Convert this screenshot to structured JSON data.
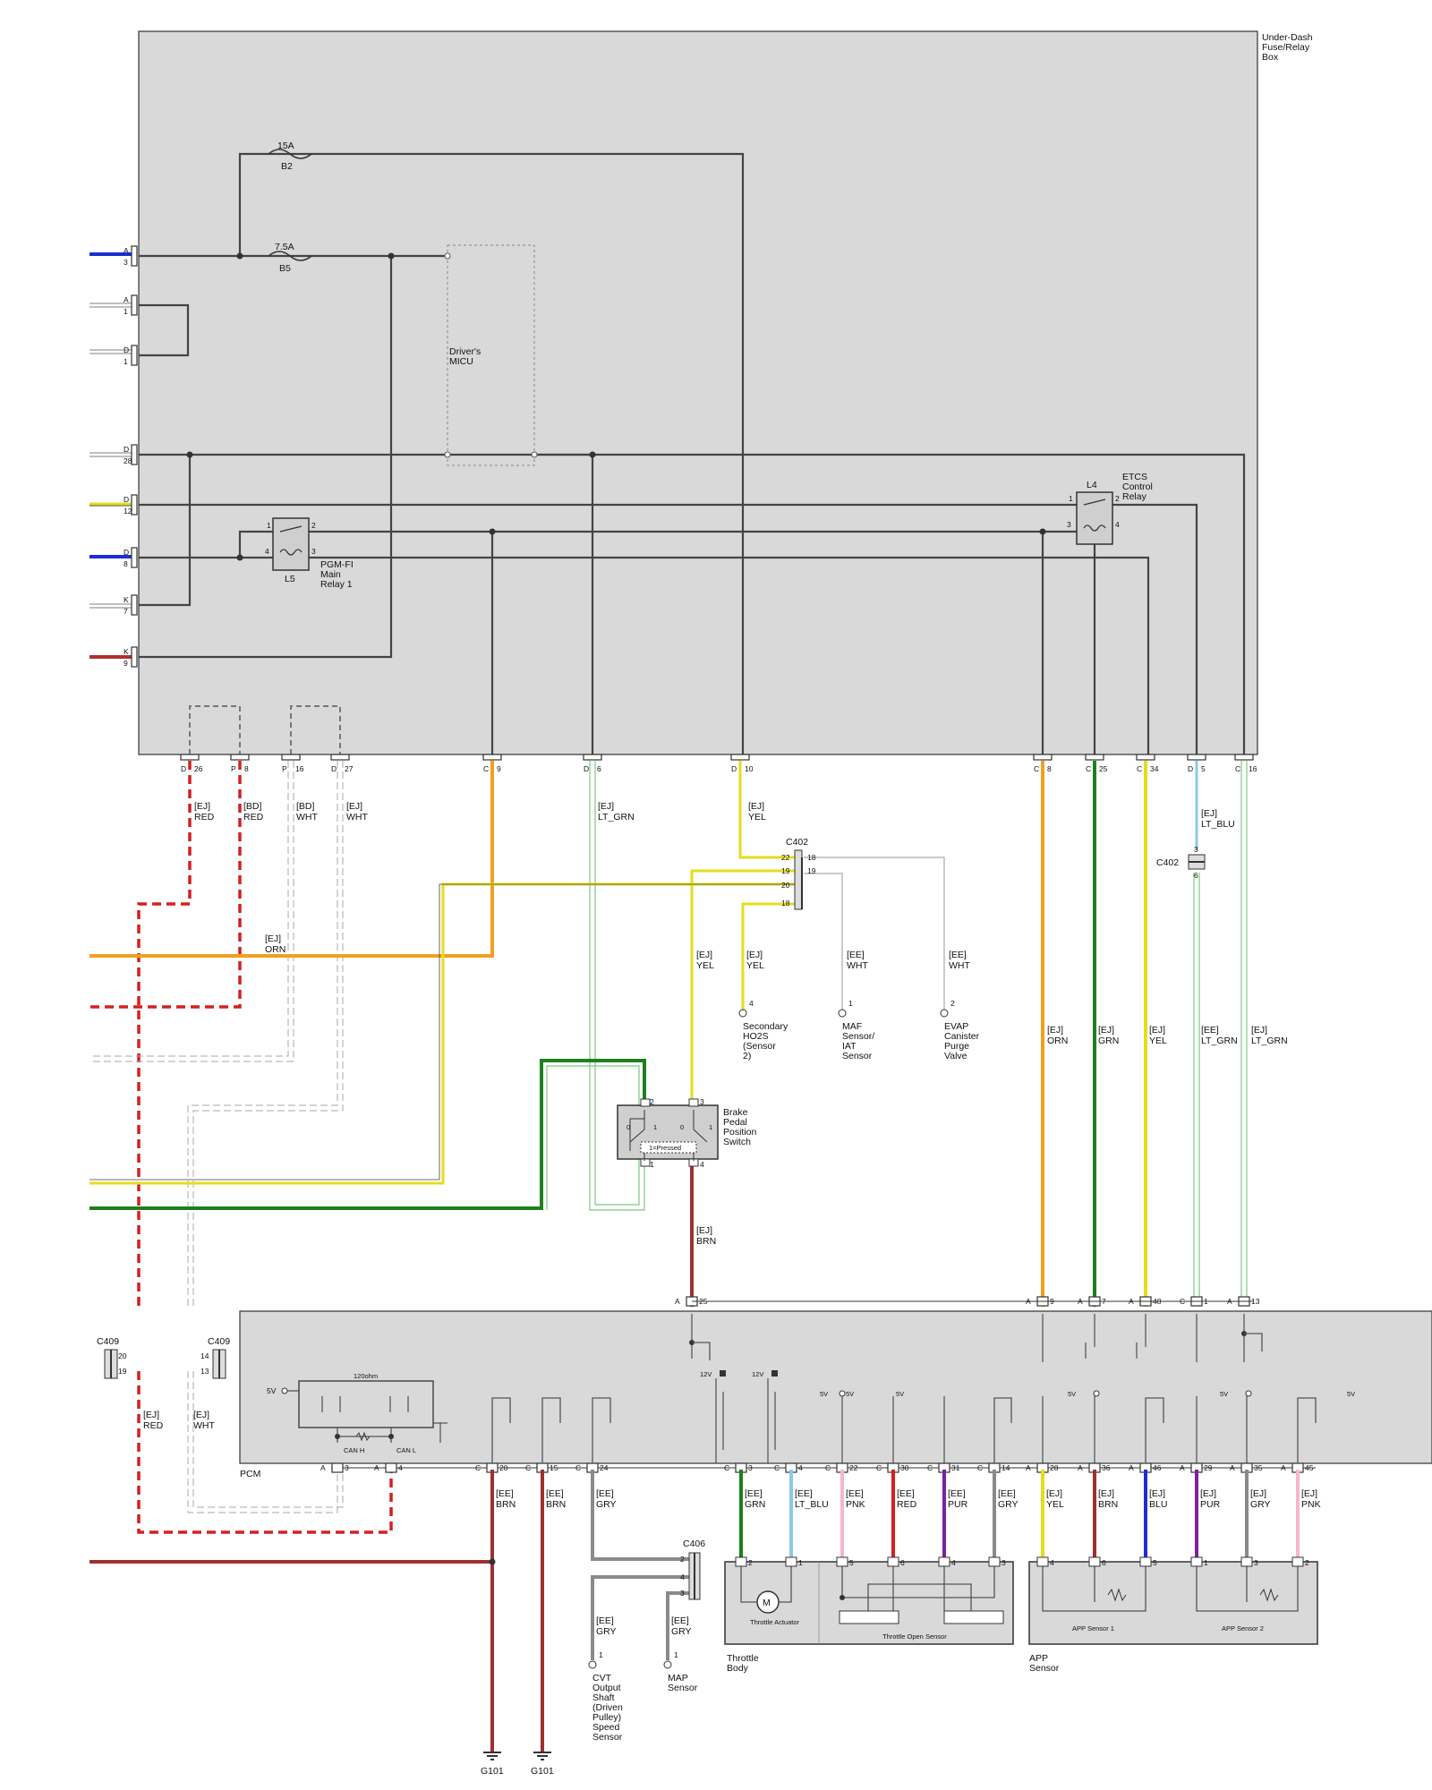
{
  "fuse_box_label": "Under-Dash Fuse/Relay Box",
  "fuses": [
    {
      "rating": "15A",
      "id": "B2"
    },
    {
      "rating": "7.5A",
      "id": "B5"
    }
  ],
  "micu_label": "Driver's MICU",
  "relays": [
    {
      "id": "L5",
      "name": "PGM-FI Main Relay 1"
    },
    {
      "id": "L4",
      "name": "ETCS Control Relay"
    }
  ],
  "relay_pins": [
    "1",
    "2",
    "3",
    "4"
  ],
  "left_connectors": [
    {
      "letter": "A",
      "pin": "3"
    },
    {
      "letter": "A",
      "pin": "1"
    },
    {
      "letter": "D",
      "pin": "1"
    },
    {
      "letter": "D",
      "pin": "28"
    },
    {
      "letter": "D",
      "pin": "12"
    },
    {
      "letter": "D",
      "pin": "8"
    },
    {
      "letter": "K",
      "pin": "7"
    },
    {
      "letter": "K",
      "pin": "9"
    }
  ],
  "bottom_connectors": [
    {
      "letter": "D",
      "pin": "26"
    },
    {
      "letter": "P",
      "pin": "8"
    },
    {
      "letter": "P",
      "pin": "16"
    },
    {
      "letter": "D",
      "pin": "27"
    },
    {
      "letter": "C",
      "pin": "9"
    },
    {
      "letter": "D",
      "pin": "6"
    },
    {
      "letter": "D",
      "pin": "10"
    },
    {
      "letter": "C",
      "pin": "8"
    },
    {
      "letter": "C",
      "pin": "25"
    },
    {
      "letter": "C",
      "pin": "34"
    },
    {
      "letter": "D",
      "pin": "5"
    },
    {
      "letter": "C",
      "pin": "16"
    }
  ],
  "wire_labels": {
    "d26": [
      "[EJ]",
      "RED"
    ],
    "p8": [
      "[BD]",
      "RED"
    ],
    "p16": [
      "[BD]",
      "WHT"
    ],
    "d27": [
      "[EJ]",
      "WHT"
    ],
    "d6": [
      "[EJ]",
      "LT_GRN"
    ],
    "d10": [
      "[EJ]",
      "YEL"
    ],
    "orn_mid": [
      "[EJ]",
      "ORN"
    ],
    "c402_yel_down": [
      "[EJ]",
      "YEL"
    ],
    "c402_yel_ho2s": [
      "[EJ]",
      "YEL"
    ],
    "maf_wht": [
      "[EE]",
      "WHT"
    ],
    "evap_wht": [
      "[EE]",
      "WHT"
    ],
    "c8": [
      "[EJ]",
      "ORN"
    ],
    "c25": [
      "[EJ]",
      "GRN"
    ],
    "c34": [
      "[EJ]",
      "YEL"
    ],
    "d5_top": [
      "[EJ]",
      "LT_BLU"
    ],
    "d5_bottom": [
      "[EE]",
      "LT_GRN"
    ],
    "c16": [
      "[EJ]",
      "LT_GRN"
    ],
    "brn_switch": [
      "[EJ]",
      "BRN"
    ],
    "c409_red": [
      "[EJ]",
      "RED"
    ],
    "c409_wht": [
      "[EJ]",
      "WHT"
    ]
  },
  "c402": {
    "label": "C402",
    "pins_left": [
      "22",
      "19",
      "20",
      "18"
    ],
    "pins_right": [
      "18",
      "19"
    ]
  },
  "c402_small": {
    "label": "C402",
    "pins": [
      "3",
      "6"
    ]
  },
  "c409_left": {
    "label": "C409",
    "pins": [
      "20",
      "19"
    ]
  },
  "c409_right": {
    "label": "C409",
    "pins": [
      "14",
      "13"
    ]
  },
  "c406": {
    "label": "C406",
    "pins": [
      "2",
      "4",
      "3"
    ]
  },
  "sensors": [
    {
      "name": "Secondary HO2S (Sensor 2)",
      "pin": "4"
    },
    {
      "name": "MAF Sensor/ IAT Sensor",
      "pin": "1"
    },
    {
      "name": "EVAP Canister Purge Valve",
      "pin": "2"
    },
    {
      "name": "CVT Output Shaft (Driven Pulley) Speed Sensor",
      "pin": "1"
    },
    {
      "name": "MAP Sensor",
      "pin": "1"
    }
  ],
  "brake_switch": {
    "name": "Brake Pedal Position Switch",
    "note": "1=Pressed",
    "pins": [
      "2",
      "3",
      "1",
      "4"
    ],
    "contacts": [
      "0",
      "1",
      "0",
      "1"
    ]
  },
  "pcm": {
    "label": "PCM",
    "resistor": "120ohm",
    "can_h": "CAN H",
    "can_l": "CAN L",
    "top_pins": [
      {
        "letter": "A",
        "pin": "25"
      },
      {
        "letter": "A",
        "pin": "9"
      },
      {
        "letter": "A",
        "pin": "7"
      },
      {
        "letter": "A",
        "pin": "48"
      },
      {
        "letter": "C",
        "pin": "1"
      },
      {
        "letter": "A",
        "pin": "13"
      }
    ],
    "bottom_pins": [
      {
        "letter": "A",
        "pin": "3"
      },
      {
        "letter": "A",
        "pin": "4"
      },
      {
        "letter": "C",
        "pin": "20"
      },
      {
        "letter": "C",
        "pin": "15"
      },
      {
        "letter": "C",
        "pin": "24"
      },
      {
        "letter": "C",
        "pin": "3"
      },
      {
        "letter": "C",
        "pin": "4"
      },
      {
        "letter": "C",
        "pin": "22"
      },
      {
        "letter": "C",
        "pin": "30"
      },
      {
        "letter": "C",
        "pin": "31"
      },
      {
        "letter": "C",
        "pin": "14"
      },
      {
        "letter": "A",
        "pin": "28"
      },
      {
        "letter": "A",
        "pin": "36"
      },
      {
        "letter": "A",
        "pin": "46"
      },
      {
        "letter": "A",
        "pin": "29"
      },
      {
        "letter": "A",
        "pin": "35"
      },
      {
        "letter": "A",
        "pin": "45"
      }
    ],
    "supply_labels": [
      "5V",
      "12V",
      "12V",
      "5V",
      "5V",
      "5V",
      "5V",
      "5V",
      "5V"
    ]
  },
  "bottom_wires": [
    [
      "[EE]",
      "BRN"
    ],
    [
      "[EE]",
      "BRN"
    ],
    [
      "[EE]",
      "GRY"
    ],
    [
      "[EE]",
      "GRN"
    ],
    [
      "[EE]",
      "LT_BLU"
    ],
    [
      "[EE]",
      "PNK"
    ],
    [
      "[EE]",
      "RED"
    ],
    [
      "[EE]",
      "PUR"
    ],
    [
      "[EE]",
      "GRY"
    ],
    [
      "[EJ]",
      "YEL"
    ],
    [
      "[EJ]",
      "BRN"
    ],
    [
      "[EJ]",
      "BLU"
    ],
    [
      "[EJ]",
      "PUR"
    ],
    [
      "[EJ]",
      "GRY"
    ],
    [
      "[EJ]",
      "PNK"
    ]
  ],
  "c406_wires": [
    [
      "[EE]",
      "GRY"
    ],
    [
      "[EE]",
      "GRY"
    ]
  ],
  "throttle_body": {
    "name": "Throttle Body",
    "actuator": "Throttle Actuator",
    "sensor": "Throttle Open Sensor",
    "motor": "M",
    "pins": [
      "2",
      "1",
      "5",
      "6",
      "4",
      "3"
    ]
  },
  "app_sensor": {
    "name": "APP Sensor",
    "sensor1": "APP Sensor 1",
    "sensor2": "APP Sensor 2",
    "pins": [
      "4",
      "6",
      "5",
      "1",
      "3",
      "2"
    ]
  },
  "grounds": [
    "G101",
    "G101"
  ],
  "colors": {
    "red": "#d42020",
    "blue": "#1a2fd0",
    "yellow": "#e6dc1e",
    "orange": "#f0a020",
    "green": "#1f7f1f",
    "lt_green": "#7ec87e",
    "lt_blue": "#8cc8ec",
    "brn": "#a03030",
    "purple": "#7a22a0",
    "gray": "#8a8a8a",
    "pink": "#f4b8c8",
    "white": "#ffffff",
    "box_fill": "#d9d9d9"
  }
}
